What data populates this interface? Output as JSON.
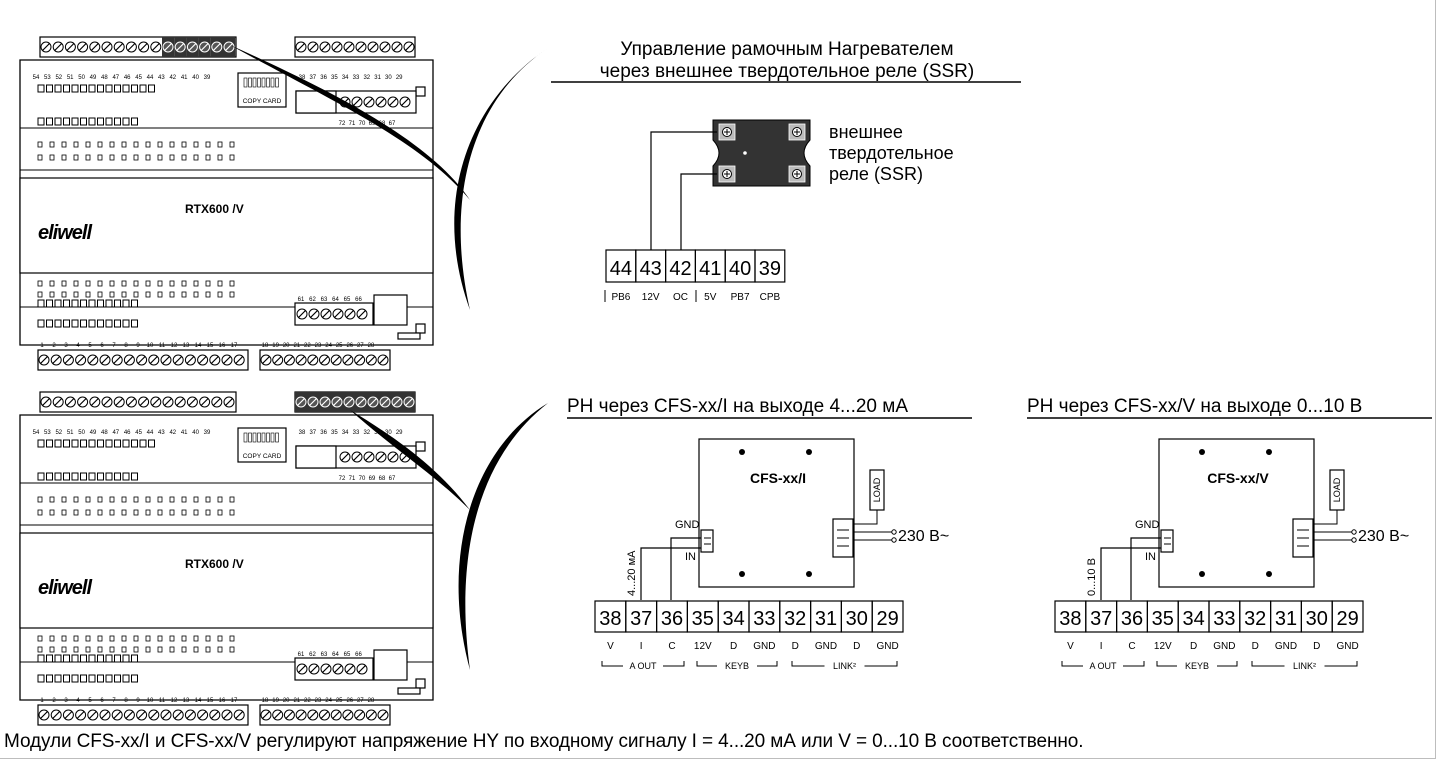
{
  "controllers": [
    {
      "brand": "eliwell",
      "model": "RTX600 /V",
      "copy_card": "COPY CARD",
      "top_terminals_left": [
        "54",
        "53",
        "52",
        "51",
        "50",
        "49",
        "48",
        "47",
        "46",
        "45",
        "44",
        "43",
        "42",
        "41",
        "40",
        "39"
      ],
      "top_terminals_right": [
        "38",
        "37",
        "36",
        "35",
        "34",
        "33",
        "32",
        "31",
        "30",
        "29"
      ],
      "relay_terminals": [
        "72",
        "71",
        "70",
        "69",
        "68",
        "67"
      ],
      "analog_terminals": [
        "61",
        "62",
        "63",
        "64",
        "65",
        "66"
      ],
      "bottom_terminals": [
        "1",
        "2",
        "3",
        "4",
        "5",
        "6",
        "7",
        "8",
        "9",
        "10",
        "11",
        "12",
        "13",
        "14",
        "15",
        "16",
        "17",
        "18",
        "19",
        "20",
        "21",
        "22",
        "23",
        "24",
        "25",
        "26",
        "27",
        "28"
      ]
    },
    {
      "brand": "eliwell",
      "model": "RTX600 /V",
      "copy_card": "COPY CARD",
      "top_terminals_left": [
        "54",
        "53",
        "52",
        "51",
        "50",
        "49",
        "48",
        "47",
        "46",
        "45",
        "44",
        "43",
        "42",
        "41",
        "40",
        "39"
      ],
      "top_terminals_right": [
        "38",
        "37",
        "36",
        "35",
        "34",
        "33",
        "32",
        "31",
        "30",
        "29"
      ],
      "relay_terminals": [
        "72",
        "71",
        "70",
        "69",
        "68",
        "67"
      ],
      "analog_terminals": [
        "61",
        "62",
        "63",
        "64",
        "65",
        "66"
      ],
      "bottom_terminals": [
        "1",
        "2",
        "3",
        "4",
        "5",
        "6",
        "7",
        "8",
        "9",
        "10",
        "11",
        "12",
        "13",
        "14",
        "15",
        "16",
        "17",
        "18",
        "19",
        "20",
        "21",
        "22",
        "23",
        "24",
        "25",
        "26",
        "27",
        "28"
      ]
    }
  ],
  "ssr_section": {
    "title_line1": "Управление рамочным Нагревателем",
    "title_line2": "через внешнее твердотельное реле (SSR)",
    "ssr_label_line1": "внешнее",
    "ssr_label_line2": "твердотельное",
    "ssr_label_line3": "реле (SSR)",
    "terminals": [
      {
        "num": "44",
        "label": "PB6"
      },
      {
        "num": "43",
        "label": "12V"
      },
      {
        "num": "42",
        "label": "OC"
      },
      {
        "num": "41",
        "label": "5V"
      },
      {
        "num": "40",
        "label": "PB7"
      },
      {
        "num": "39",
        "label": "CPB"
      }
    ]
  },
  "cfs_sections": [
    {
      "title": "PH через CFS-xx/I на выходе 4...20 мА",
      "module": "CFS-xx/I",
      "signal_label": "4...20 мА",
      "gnd": "GND",
      "in": "IN",
      "load": "LOAD",
      "mains": "230 В~",
      "terminals": [
        {
          "num": "38",
          "label": "V"
        },
        {
          "num": "37",
          "label": "I"
        },
        {
          "num": "36",
          "label": "C"
        },
        {
          "num": "35",
          "label": "12V"
        },
        {
          "num": "34",
          "label": "D"
        },
        {
          "num": "33",
          "label": "GND"
        },
        {
          "num": "32",
          "label": "D"
        },
        {
          "num": "31",
          "label": "GND"
        },
        {
          "num": "30",
          "label": "D"
        },
        {
          "num": "29",
          "label": "GND"
        }
      ],
      "groups": [
        "A OUT",
        "KEYB",
        "LINK²"
      ]
    },
    {
      "title": "PH через CFS-xx/V на выходе 0...10 В",
      "module": "CFS-xx/V",
      "signal_label": "0...10 В",
      "gnd": "GND",
      "in": "IN",
      "load": "LOAD",
      "mains": "230 В~",
      "terminals": [
        {
          "num": "38",
          "label": "V"
        },
        {
          "num": "37",
          "label": "I"
        },
        {
          "num": "36",
          "label": "C"
        },
        {
          "num": "35",
          "label": "12V"
        },
        {
          "num": "34",
          "label": "D"
        },
        {
          "num": "33",
          "label": "GND"
        },
        {
          "num": "32",
          "label": "D"
        },
        {
          "num": "31",
          "label": "GND"
        },
        {
          "num": "30",
          "label": "D"
        },
        {
          "num": "29",
          "label": "GND"
        }
      ],
      "groups": [
        "A OUT",
        "KEYB",
        "LINK²"
      ]
    }
  ],
  "caption": "Модули CFS-xx/I и CFS-xx/V регулируют напряжение HY по входному сигналу I = 4...20 мА или V = 0...10 В соответственно."
}
